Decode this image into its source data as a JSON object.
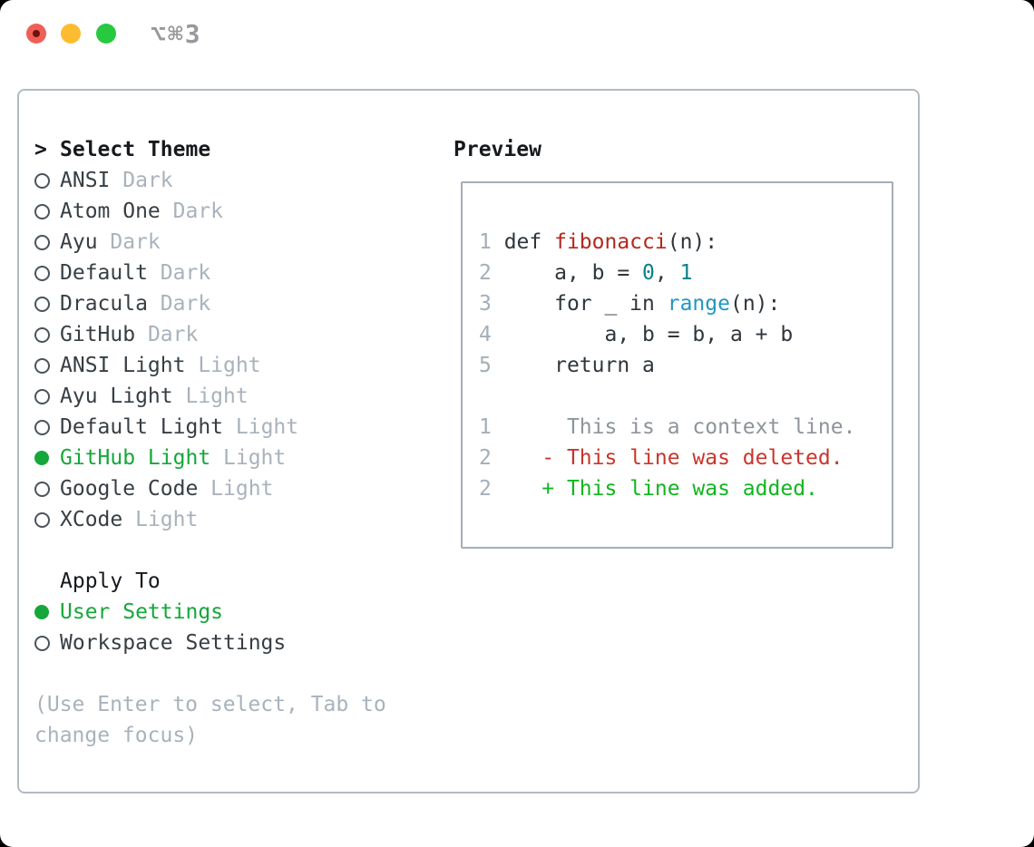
{
  "window": {
    "title": "⌥⌘3"
  },
  "titlebar": {
    "buttons": [
      "close",
      "minimize",
      "zoom"
    ]
  },
  "left_panel": {
    "header": {
      "marker": ">",
      "label": "Select Theme"
    },
    "themes": [
      {
        "name": "ANSI",
        "variant": "Dark",
        "selected": false
      },
      {
        "name": "Atom One",
        "variant": "Dark",
        "selected": false
      },
      {
        "name": "Ayu",
        "variant": "Dark",
        "selected": false
      },
      {
        "name": "Default",
        "variant": "Dark",
        "selected": false
      },
      {
        "name": "Dracula",
        "variant": "Dark",
        "selected": false
      },
      {
        "name": "GitHub",
        "variant": "Dark",
        "selected": false
      },
      {
        "name": "ANSI Light",
        "variant": "Light",
        "selected": false
      },
      {
        "name": "Ayu Light",
        "variant": "Light",
        "selected": false
      },
      {
        "name": "Default Light",
        "variant": "Light",
        "selected": false
      },
      {
        "name": "GitHub Light",
        "variant": "Light",
        "selected": true
      },
      {
        "name": "Google Code",
        "variant": "Light",
        "selected": false
      },
      {
        "name": "XCode",
        "variant": "Light",
        "selected": false
      }
    ],
    "apply_to": {
      "header": "Apply To",
      "options": [
        {
          "name": "User Settings",
          "selected": true
        },
        {
          "name": "Workspace Settings",
          "selected": false
        }
      ]
    },
    "hint": "(Use Enter to select, Tab to change focus)"
  },
  "preview": {
    "label": "Preview",
    "lines": [
      [
        {
          "t": "1 ",
          "c": "ln"
        },
        {
          "t": "def ",
          "c": "code"
        },
        {
          "t": "fibonacci",
          "c": "func"
        },
        {
          "t": "(n):",
          "c": "code"
        }
      ],
      [
        {
          "t": "2 ",
          "c": "ln"
        },
        {
          "t": "    a, b = ",
          "c": "code"
        },
        {
          "t": "0",
          "c": "num"
        },
        {
          "t": ", ",
          "c": "code"
        },
        {
          "t": "1",
          "c": "num"
        }
      ],
      [
        {
          "t": "3 ",
          "c": "ln"
        },
        {
          "t": "    for _ in ",
          "c": "code"
        },
        {
          "t": "range",
          "c": "builtin"
        },
        {
          "t": "(n):",
          "c": "code"
        }
      ],
      [
        {
          "t": "4 ",
          "c": "ln"
        },
        {
          "t": "        a, b = b, a + b",
          "c": "code"
        }
      ],
      [
        {
          "t": "5 ",
          "c": "ln"
        },
        {
          "t": "    return a",
          "c": "code"
        }
      ],
      [],
      [
        {
          "t": "1 ",
          "c": "ln"
        },
        {
          "t": "     This is a context line.",
          "c": "context"
        }
      ],
      [
        {
          "t": "2 ",
          "c": "ln"
        },
        {
          "t": "   - This line was deleted.",
          "c": "deleted"
        }
      ],
      [
        {
          "t": "2 ",
          "c": "ln"
        },
        {
          "t": "   + This line was added.",
          "c": "added"
        }
      ]
    ]
  },
  "colors": {
    "accent_green": "#15a73a",
    "muted_gray": "#a9b2bc",
    "item_text": "#373e44",
    "header_text": "#16191d",
    "line_number": "#a4aeb8",
    "code_default": "#2f363c",
    "function_red": "#b3271d",
    "number_teal": "#0a7f8c",
    "builtin_blue": "#2196c3",
    "context_gray": "#8d949b",
    "deleted_red": "#c9352a",
    "added_green": "#10b61f",
    "traffic_red": "#f05f57",
    "traffic_yellow": "#fdbc30",
    "traffic_green": "#27c93f",
    "panel_border": "#b3bac2"
  }
}
